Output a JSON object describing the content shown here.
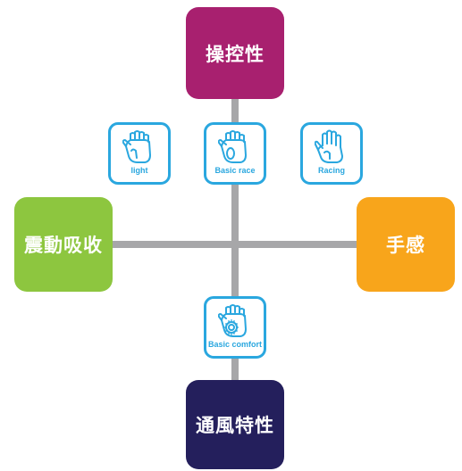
{
  "axes": {
    "top": {
      "label": "操控性",
      "color": "#a8206f"
    },
    "left": {
      "label": "震動吸收",
      "color": "#8dc63f"
    },
    "right": {
      "label": "手感",
      "color": "#f8a51b"
    },
    "bottom": {
      "label": "通風特性",
      "color": "#241f5c"
    }
  },
  "axis_line_color": "#a7a7a9",
  "badge_color": "#2aa7df",
  "badges": [
    {
      "label": "light",
      "icon": "fingerless-glove-icon"
    },
    {
      "label": "Basic race",
      "icon": "fingerless-glove-icon"
    },
    {
      "label": "Racing",
      "icon": "full-finger-glove-icon"
    },
    {
      "label": "Basic comfort",
      "icon": "padded-glove-icon"
    }
  ]
}
